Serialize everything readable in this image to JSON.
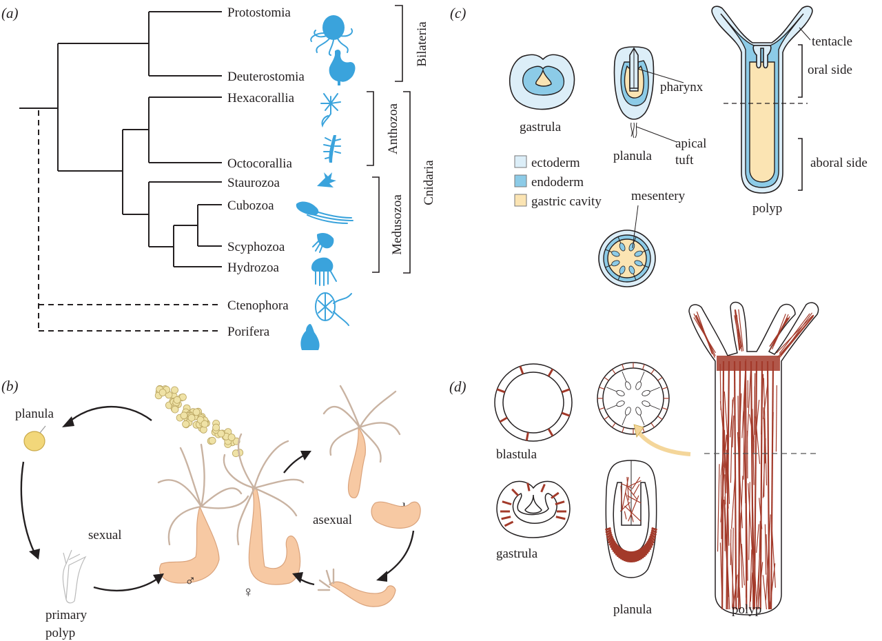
{
  "figure": {
    "panels": {
      "a": {
        "label": "(a)"
      },
      "b": {
        "label": "(b)"
      },
      "c": {
        "label": "(c)"
      },
      "d": {
        "label": "(d)"
      }
    },
    "phylogeny": {
      "taxa": [
        {
          "name": "Protostomia",
          "silhouette": "octopus-icon",
          "branch": "solid"
        },
        {
          "name": "Deuterostomia",
          "silhouette": "chicken-icon",
          "branch": "solid"
        },
        {
          "name": "Hexacorallia",
          "silhouette": "sea-anemone-icon",
          "branch": "solid"
        },
        {
          "name": "Octocorallia",
          "silhouette": "sea-pen-icon",
          "branch": "solid"
        },
        {
          "name": "Staurozoa",
          "silhouette": "stalked-jellyfish-icon",
          "branch": "solid"
        },
        {
          "name": "Cubozoa",
          "silhouette": "box-jellyfish-icon",
          "branch": "solid"
        },
        {
          "name": "Scyphozoa",
          "silhouette": "true-jellyfish-icon",
          "branch": "solid"
        },
        {
          "name": "Hydrozoa",
          "silhouette": "hydromedusa-icon",
          "branch": "solid"
        },
        {
          "name": "Ctenophora",
          "silhouette": "comb-jelly-icon",
          "branch": "dashed"
        },
        {
          "name": "Porifera",
          "silhouette": "sponge-icon",
          "branch": "dashed"
        }
      ],
      "clades": {
        "bilateria": "Bilateria",
        "anthozoa": "Anthozoa",
        "medusozoa": "Medusozoa",
        "cnidaria": "Cnidaria"
      },
      "silhouette_color": "#3aa3dc"
    },
    "life_cycle": {
      "labels": {
        "planula": "planula",
        "sexual": "sexual",
        "asexual": "asexual",
        "bud": "bud",
        "primary_polyp_1": "primary",
        "primary_polyp_2": "polyp",
        "male": "♂",
        "female": "♀"
      }
    },
    "germ_layers": {
      "stages": {
        "gastrula": "gastrula",
        "planula": "planula",
        "polyp": "polyp"
      },
      "annotations": {
        "tentacle": "tentacle",
        "oral_side": "oral side",
        "aboral_side": "aboral side",
        "pharynx": "pharynx",
        "apical_1": "apical",
        "apical_2": "tuft",
        "mesentery": "mesentery"
      },
      "legend": [
        {
          "label": "ectoderm",
          "color": "#dceef8"
        },
        {
          "label": "endoderm",
          "color": "#8ccbe7"
        },
        {
          "label": "gastric cavity",
          "color": "#fbe4b3"
        }
      ]
    },
    "nervous_system": {
      "stages": {
        "blastula": "blastula",
        "gastrula": "gastrula",
        "planula": "planula",
        "polyp": "polyp"
      },
      "neuron_color": "#a33a2a"
    }
  }
}
